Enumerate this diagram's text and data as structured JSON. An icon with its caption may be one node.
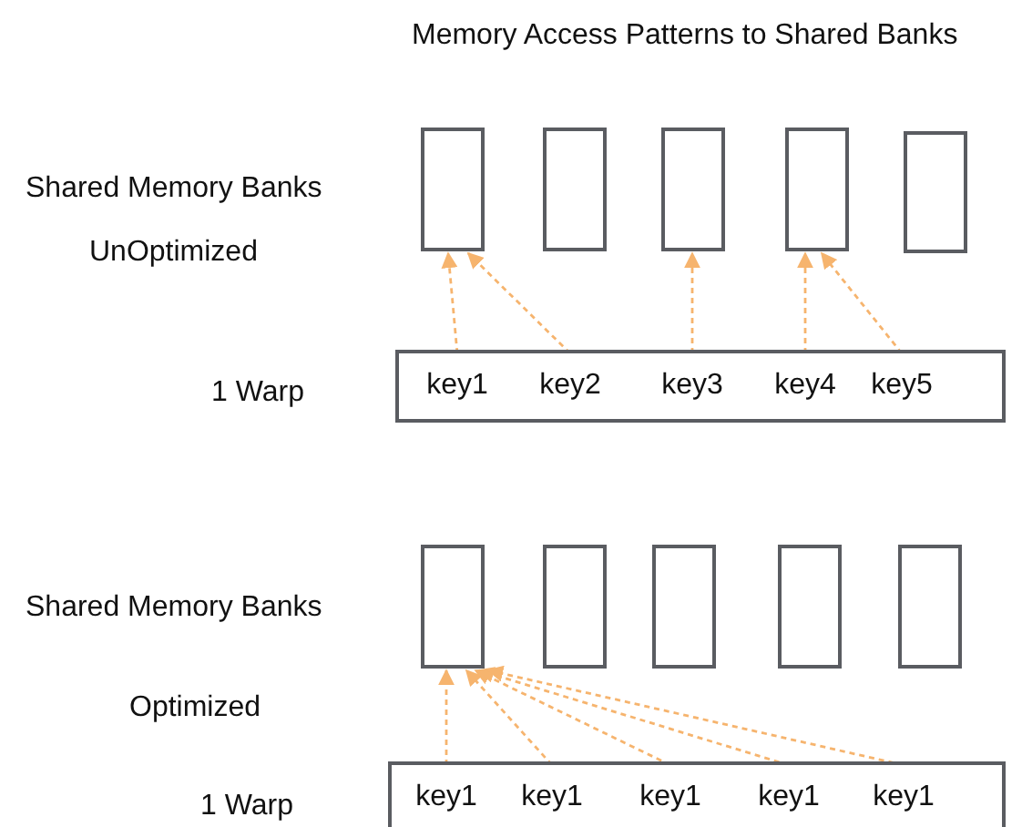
{
  "diagram": {
    "title": "Memory Access Patterns to Shared Banks",
    "nodes": [
      {
        "text": [],
        "shape": "box"
      },
      {
        "text": [],
        "shape": "box"
      },
      {
        "text": [],
        "shape": "box"
      },
      {
        "text": [],
        "shape": "box"
      },
      {
        "text": [],
        "shape": "box"
      },
      {
        "text": [],
        "shape": "box",
        "beside": [
          "1 Warp"
        ]
      },
      {
        "text": [
          "key1"
        ],
        "in": 5
      },
      {
        "text": [
          "key2"
        ],
        "in": 5
      },
      {
        "text": [
          "key3"
        ],
        "in": 5
      },
      {
        "text": [
          "key4"
        ],
        "in": 5
      },
      {
        "text": [
          "key5"
        ],
        "in": 5
      },
      {
        "text": [],
        "shape": "box"
      },
      {
        "text": [],
        "shape": "box"
      },
      {
        "text": [],
        "shape": "box"
      },
      {
        "text": [],
        "shape": "box"
      },
      {
        "text": [],
        "shape": "box"
      },
      {
        "text": [],
        "shape": "box",
        "beside": [
          "1 Warp"
        ]
      },
      {
        "text": [
          "key1"
        ],
        "in": 16
      },
      {
        "text": [
          "key1"
        ],
        "in": 16
      },
      {
        "text": [
          "key1"
        ],
        "in": 16
      },
      {
        "text": [
          "key1"
        ],
        "in": 16
      },
      {
        "text": [
          "key1"
        ],
        "in": 16
      }
    ],
    "edges": [
      {
        "from": 6,
        "to": 0,
        "arrow": "to",
        "style": "dashed"
      },
      {
        "from": 7,
        "to": 0,
        "arrow": "to",
        "style": "dashed"
      },
      {
        "from": 8,
        "to": 2,
        "arrow": "to",
        "style": "dashed"
      },
      {
        "from": 9,
        "to": 3,
        "arrow": "to",
        "style": "dashed"
      },
      {
        "from": 10,
        "to": 3,
        "arrow": "to",
        "style": "dashed"
      },
      {
        "from": 17,
        "to": 11,
        "arrow": "to",
        "style": "dashed"
      },
      {
        "from": 18,
        "to": 11,
        "arrow": "to",
        "style": "dashed"
      },
      {
        "from": 19,
        "to": 11,
        "arrow": "to",
        "style": "dashed"
      },
      {
        "from": 20,
        "to": 11,
        "arrow": "to",
        "style": "dashed"
      },
      {
        "from": 21,
        "to": 11,
        "arrow": "to",
        "style": "dashed"
      }
    ],
    "labels": [
      "Shared Memory Banks",
      "UnOptimized",
      "Shared Memory Banks",
      "Optimized"
    ]
  }
}
